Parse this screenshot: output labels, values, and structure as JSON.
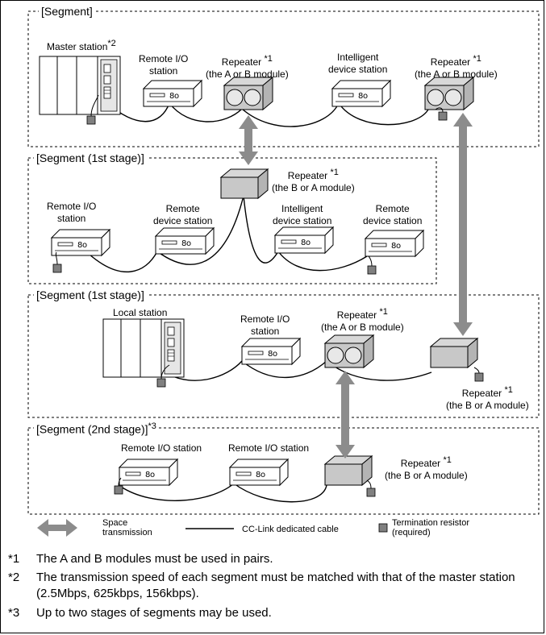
{
  "segments": {
    "s1": {
      "label": "[Segment]",
      "sup": ""
    },
    "s2": {
      "label": "[Segment (1st stage)]",
      "sup": ""
    },
    "s3": {
      "label": "[Segment (1st stage)]",
      "sup": ""
    },
    "s4": {
      "label": "[Segment (2nd stage)]",
      "sup": "*3"
    }
  },
  "stations": {
    "master": {
      "line1": "Master station",
      "sup": "*2"
    },
    "remote_io_1": {
      "line1": "Remote I/O",
      "line2": "station"
    },
    "repeater_1": {
      "line1": "Repeater",
      "sup": "*1",
      "line2": "(the A or B module)"
    },
    "intelligent_1": {
      "line1": "Intelligent",
      "line2": "device station"
    },
    "repeater_2": {
      "line1": "Repeater",
      "sup": "*1",
      "line2": "(the A or B module)"
    },
    "repeater_3": {
      "line1": "Repeater",
      "sup": "*1",
      "line2": "(the B or A module)"
    },
    "remote_io_2": {
      "line1": "Remote I/O",
      "line2": "station"
    },
    "remote_device_1": {
      "line1": "Remote",
      "line2": "device station"
    },
    "intelligent_2": {
      "line1": "Intelligent",
      "line2": "device station"
    },
    "remote_device_2": {
      "line1": "Remote",
      "line2": "device station"
    },
    "local": {
      "line1": "Local station"
    },
    "remote_io_3": {
      "line1": "Remote I/O",
      "line2": "station"
    },
    "repeater_4": {
      "line1": "Repeater",
      "sup": "*1",
      "line2": "(the A or B module)"
    },
    "repeater_5": {
      "line1": "Repeater",
      "sup": "*1",
      "line2": "(the B or A module)"
    },
    "remote_io_4": {
      "line1": "Remote I/O station"
    },
    "remote_io_5": {
      "line1": "Remote I/O station"
    },
    "repeater_6": {
      "line1": "Repeater",
      "sup": "*1",
      "line2": "(the B or A module)"
    }
  },
  "legend": {
    "space_1": "Space",
    "space_2": "transmission",
    "cable": "CC-Link dedicated cable",
    "term_1": "Termination resistor",
    "term_2": "(required)"
  },
  "notes": [
    {
      "marker": "*1",
      "text": "The A and B modules must be used in pairs."
    },
    {
      "marker": "*2",
      "text": "The transmission speed of each segment must be matched with that of the master station (2.5Mbps, 625kbps, 156kbps)."
    },
    {
      "marker": "*3",
      "text": "Up to two stages of segments may be used."
    }
  ],
  "colors": {
    "arrow": "#8c8c8c",
    "box_fill": "#c8c8c8",
    "resistor": "#808080"
  }
}
